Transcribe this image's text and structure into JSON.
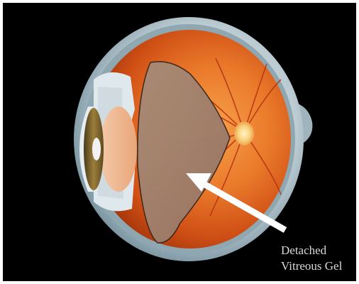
{
  "diagram": {
    "subject": "eye-cross-section",
    "label": {
      "line1": "Detached",
      "line2": "Vitreous Gel"
    },
    "colors": {
      "background": "#000000",
      "sclera": "#c9d7dc",
      "retina": "#e36a22",
      "vitreous_gel": "#a07f6c",
      "arrow": "#ffffff",
      "label_text": "#d9d9d9"
    }
  }
}
